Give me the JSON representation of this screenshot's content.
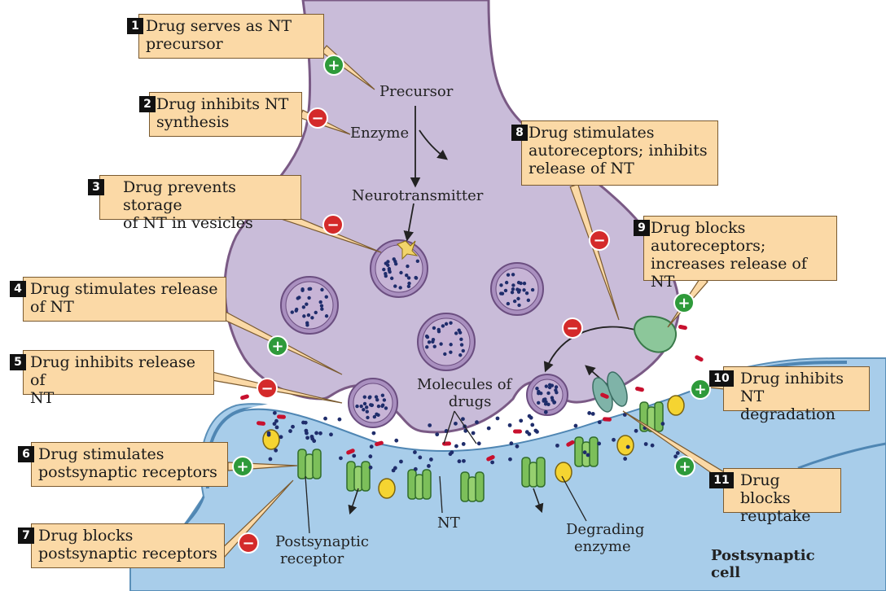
{
  "callouts": [
    {
      "n": "1",
      "text": [
        "Drug serves as NT",
        "precursor"
      ]
    },
    {
      "n": "2",
      "text": [
        "Drug inhibits NT",
        "synthesis"
      ]
    },
    {
      "n": "3",
      "text": [
        "Drug prevents storage",
        "of NT in vesicles"
      ]
    },
    {
      "n": "4",
      "text": [
        "Drug stimulates release",
        "of NT"
      ]
    },
    {
      "n": "5",
      "text": [
        "Drug inhibits release of",
        "NT"
      ]
    },
    {
      "n": "6",
      "text": [
        "Drug stimulates",
        "postsynaptic receptors"
      ]
    },
    {
      "n": "7",
      "text": [
        "Drug blocks",
        "postsynaptic receptors"
      ]
    },
    {
      "n": "8",
      "text": [
        "Drug stimulates",
        "autoreceptors;  inhibits",
        "release of NT"
      ]
    },
    {
      "n": "9",
      "text": [
        "Drug blocks",
        "autoreceptors;",
        "increases release of NT"
      ]
    },
    {
      "n": "10",
      "text": [
        "Drug inhibits NT",
        "degradation"
      ]
    },
    {
      "n": "11",
      "text": [
        "Drug blocks",
        "reuptake"
      ]
    }
  ],
  "labels": {
    "precursor": "Precursor",
    "enzyme": "Enzyme",
    "neurotransmitter": "Neurotransmitter",
    "molecules": [
      "Molecules of",
      "drugs"
    ],
    "postsynaptic_receptor": [
      "Postsynaptic",
      "receptor"
    ],
    "nt": "NT",
    "degrading_enzyme": [
      "Degrading",
      "enzyme"
    ],
    "postsynaptic_cell": [
      "Postsynaptic",
      "cell"
    ]
  },
  "colors": {
    "presynaptic": "#c9bcd9",
    "postsynaptic": "#a8cdea",
    "callout": "#fbd9a6",
    "receptor": "#7cbf5a",
    "plus": "#2e9a3a",
    "minus": "#d42a2a",
    "nt_dot": "#1f2d6b",
    "drug": "#c8102e"
  },
  "signs": {
    "stimulate": "+",
    "inhibit": "−"
  }
}
